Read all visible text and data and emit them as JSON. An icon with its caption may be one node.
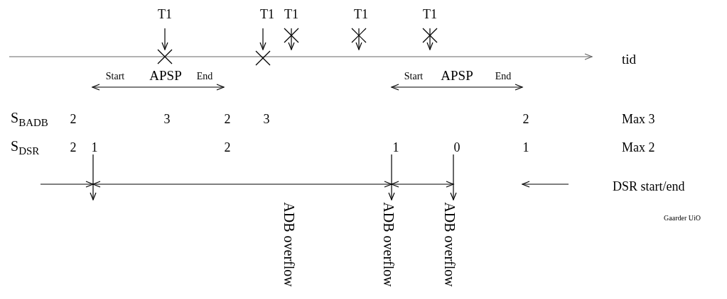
{
  "diagram": {
    "labels": [
      "T1",
      "T1",
      "T1",
      "T1",
      "T1",
      "tid",
      "Start",
      "APSP",
      "End",
      "Start",
      "APSP",
      "End",
      "S$_{BADB}$",
      "2",
      "3",
      "2",
      "3",
      "2",
      "Max 3",
      "S$_{DSR}$",
      "2",
      "1",
      "2",
      "1",
      "0",
      "1",
      "Max 2",
      "DSR start/end",
      "Gaarder UiO",
      "ADB overflow",
      "ADB overflow",
      "ADB overflow"
    ]
  }
}
